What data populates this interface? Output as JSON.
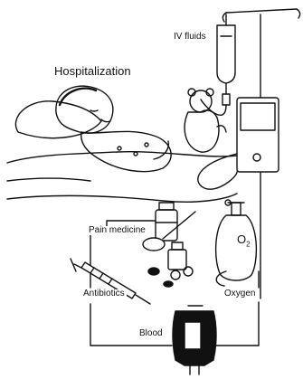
{
  "title": "Hospitalization",
  "labels": {
    "iv_fluids": "IV fluids",
    "pain_medicine": "Pain medicine",
    "antibiotics": "Antibiotics",
    "oxygen": "Oxygen",
    "blood": "Blood",
    "o2_main": "O",
    "o2_sub": "2"
  }
}
